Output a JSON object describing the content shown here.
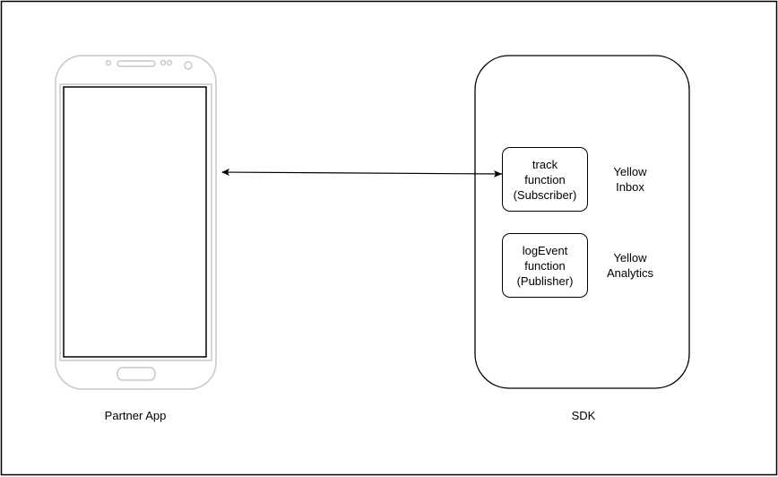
{
  "partner_app": {
    "label": "Partner App"
  },
  "sdk": {
    "label": "SDK",
    "functions": [
      {
        "lines": [
          "track",
          "function",
          "(Subscriber)"
        ],
        "side_label": [
          "Yellow",
          "Inbox"
        ]
      },
      {
        "lines": [
          "logEvent",
          "function",
          "(Publisher)"
        ],
        "side_label": [
          "Yellow",
          "Analytics"
        ]
      }
    ]
  }
}
